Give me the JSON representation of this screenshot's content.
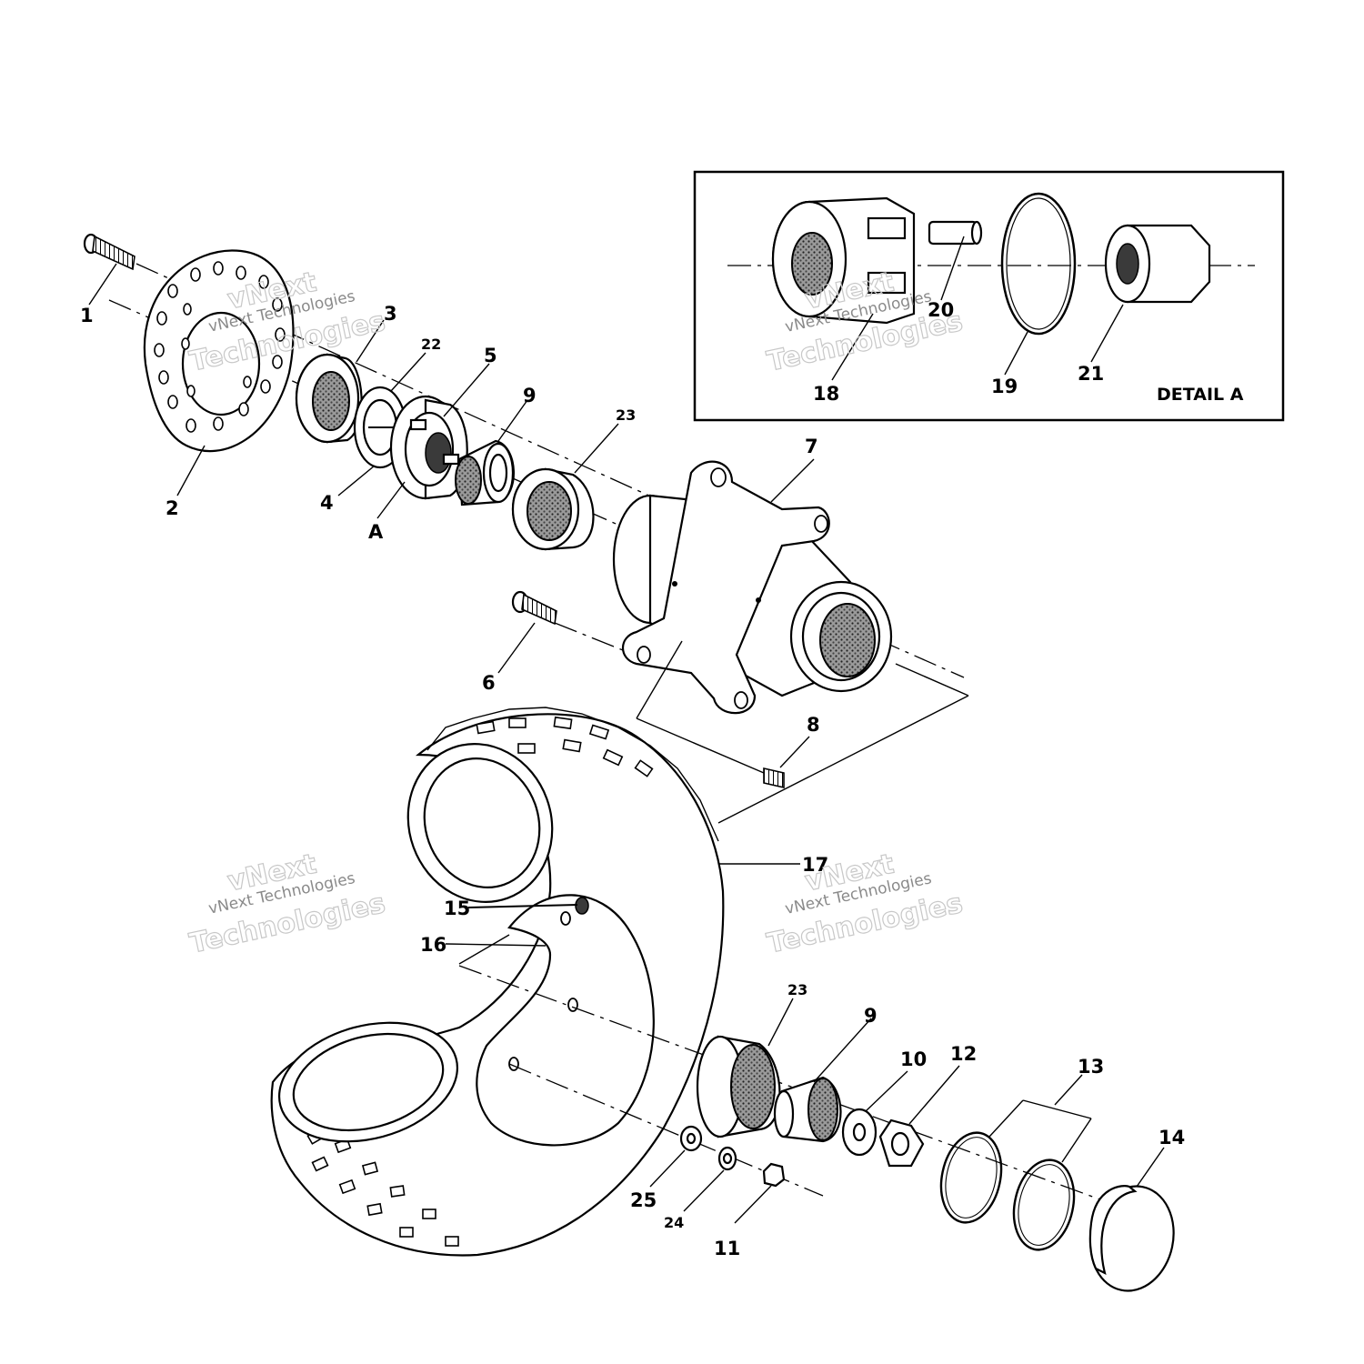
{
  "labels": {
    "p1": "1",
    "p2": "2",
    "p3": "3",
    "p4": "4",
    "p5": "5",
    "p6": "6",
    "p7": "7",
    "p8": "8",
    "p9a": "9",
    "p9b": "9",
    "p10": "10",
    "p11": "11",
    "p12": "12",
    "p13": "13",
    "p14": "14",
    "p15": "15",
    "p16": "16",
    "p17": "17",
    "p18": "18",
    "p19": "19",
    "p20": "20",
    "p21": "21",
    "p22": "22",
    "p23a": "23",
    "p23b": "23",
    "p24": "24",
    "p25": "25",
    "pA": "A"
  },
  "detail": {
    "title": "DETAIL A"
  },
  "watermark": {
    "brand": "vNext",
    "company": "vNext Technologies",
    "word": "Technologies"
  }
}
